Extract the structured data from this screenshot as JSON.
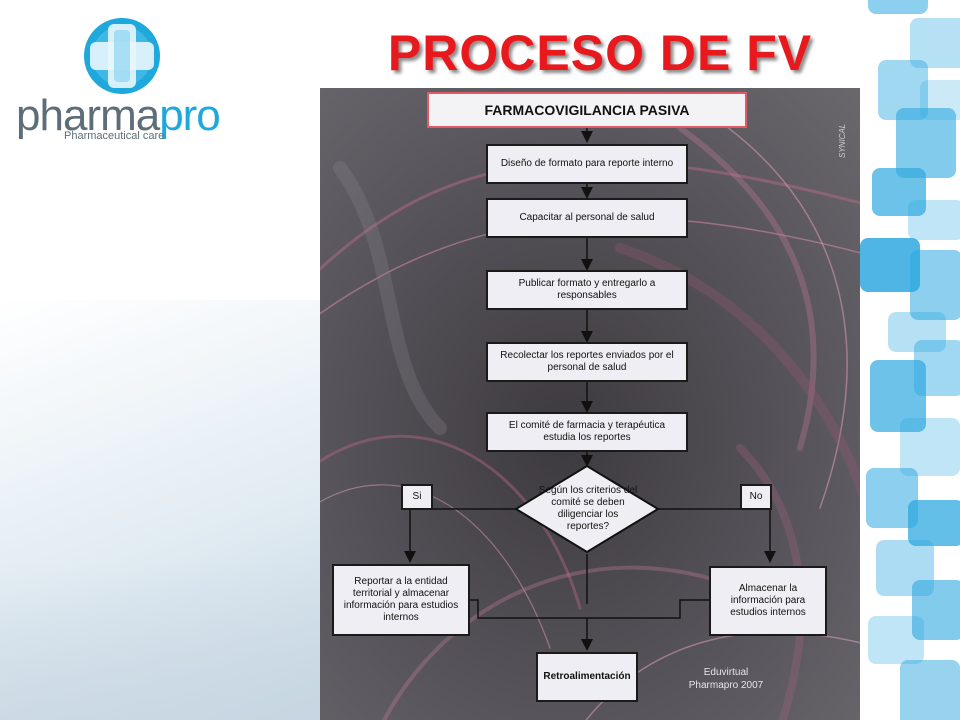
{
  "slide": {
    "title": "PROCESO DE FV"
  },
  "logo": {
    "brand_left": "pharma",
    "brand_right": "pro",
    "tagline": "Pharmaceutical care"
  },
  "diagram": {
    "watermark": "SYNICAL",
    "header": "FARMACOVIGILANCIA PASIVA",
    "steps": [
      "Diseño de formato para reporte interno",
      "Capacitar al personal de salud",
      "Publicar formato y entregarlo a responsables",
      "Recolectar los reportes enviados por el personal de salud",
      "El comité de farmacia y terapéutica estudia los reportes"
    ],
    "decision": "Según los criterios del comité se deben diligenciar los reportes?",
    "branch_yes_label": "Si",
    "branch_no_label": "No",
    "yes_outcome": "Reportar a la entidad territorial y almacenar información para estudios internos",
    "no_outcome": "Almacenar la información para estudios internos",
    "final_step": "Retroalimentación",
    "credit_line1": "Eduvirtual",
    "credit_line2": "Pharmapro 2007"
  },
  "colors": {
    "title_red": "#e8181c",
    "logo_blue": "#1ea8dc",
    "logo_gray": "#5e6e78",
    "box_fill": "#eeeef4",
    "header_border": "#e05a66",
    "deco_blue": "#2fa8e0"
  }
}
